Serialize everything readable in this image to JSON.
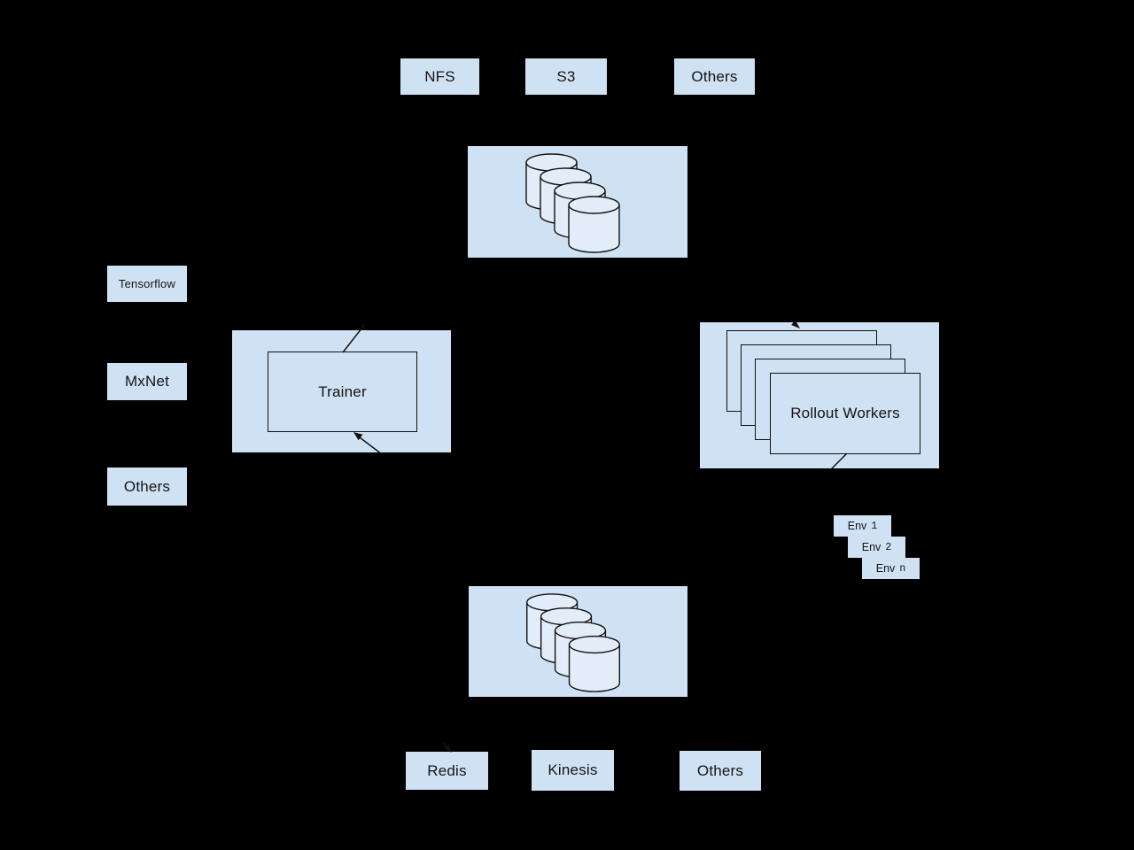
{
  "diagram": {
    "storage_row": {
      "items": [
        {
          "label": "NFS"
        },
        {
          "label": "S3"
        },
        {
          "label": "Others"
        }
      ]
    },
    "data_store_top": {
      "icon": "database-cylinders-icon"
    },
    "frameworks": {
      "items": [
        {
          "label": "Tensorflow"
        },
        {
          "label": "MxNet"
        },
        {
          "label": "Others"
        }
      ]
    },
    "trainer": {
      "label": "Trainer"
    },
    "rollout_workers": {
      "label": "Rollout Workers"
    },
    "environments": {
      "items": [
        {
          "prefix": "Env",
          "suffix": "1"
        },
        {
          "prefix": "Env",
          "suffix": "2"
        },
        {
          "prefix": "Env",
          "suffix": "n"
        }
      ]
    },
    "memory_backend_row": {
      "items": [
        {
          "label": "Redis"
        },
        {
          "label": "Kinesis"
        },
        {
          "label": "Others"
        }
      ]
    },
    "colors": {
      "background": "#000000",
      "box_fill": "#cfe2f3",
      "cylinder_fill": "#e3edf9",
      "line": "#111111"
    }
  }
}
